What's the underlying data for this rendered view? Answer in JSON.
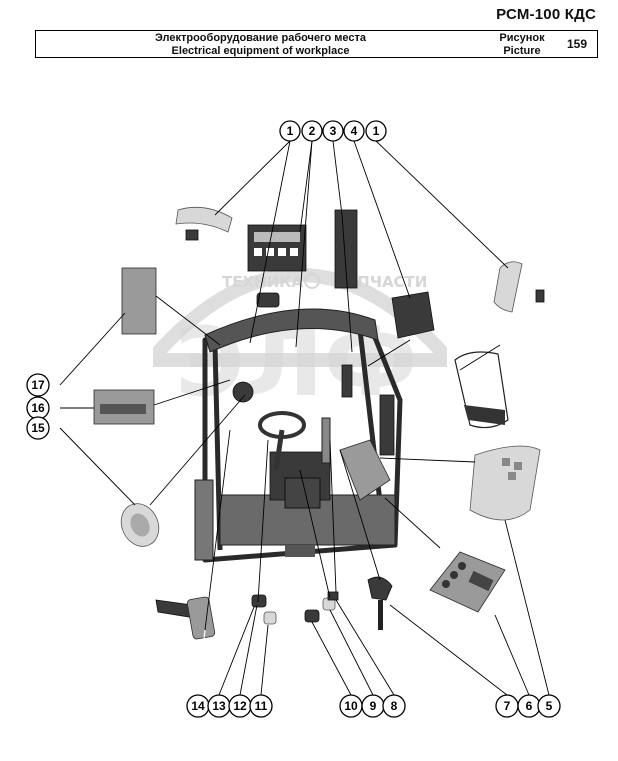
{
  "header": {
    "model": "РСМ-100 КДС",
    "title_ru": "Электрооборудование рабочего места",
    "title_en": "Electrical equipment of workplace",
    "picture_ru": "Рисунок",
    "picture_en": "Picture",
    "picture_number": "159"
  },
  "watermark": {
    "word_left": "ТЕХНИКА",
    "word_right": "ЗАПЧАСТИ"
  },
  "callouts": {
    "top": [
      "1",
      "2",
      "3",
      "4",
      "1"
    ],
    "left": [
      "17",
      "16",
      "15"
    ],
    "bottom": [
      "14",
      "13",
      "12",
      "11",
      "10",
      "9",
      "8",
      "7",
      "6",
      "5"
    ]
  }
}
